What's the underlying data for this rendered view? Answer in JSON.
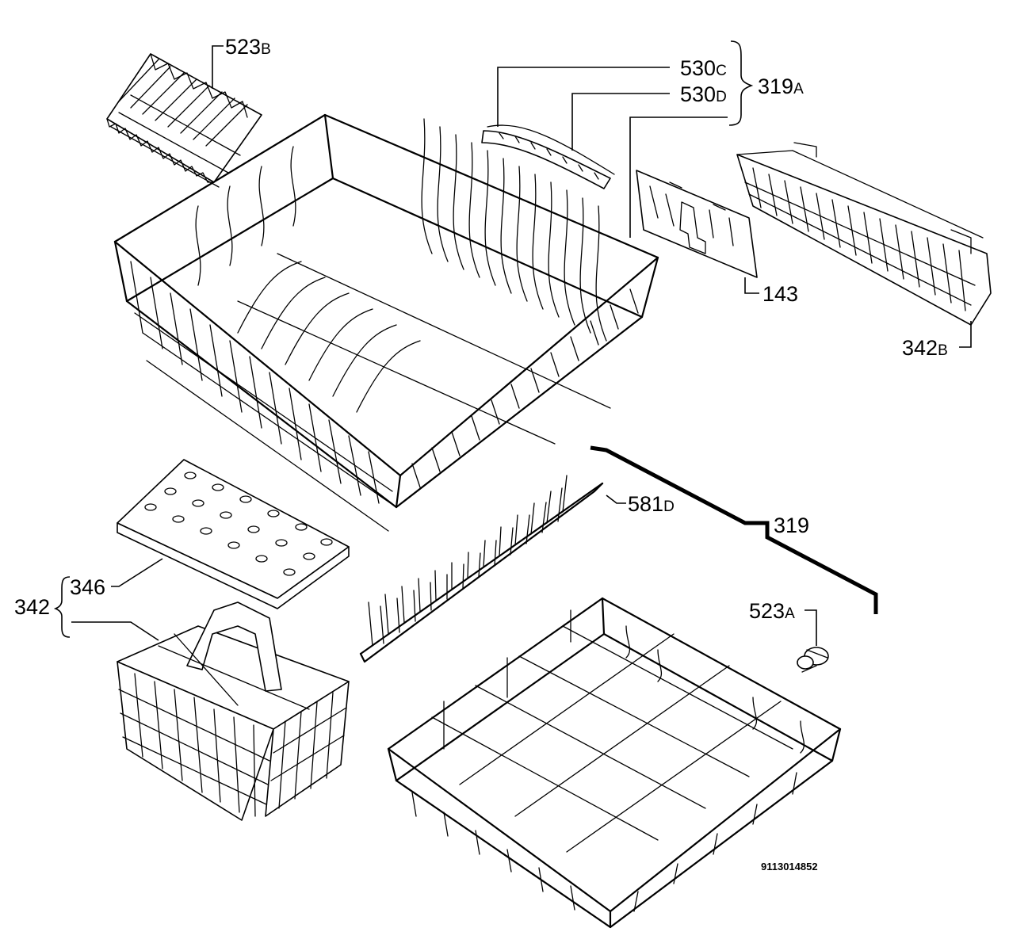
{
  "labels": {
    "l523b": {
      "num": "523",
      "sub": "B"
    },
    "l530c": {
      "num": "530",
      "sub": "C"
    },
    "l530d": {
      "num": "530",
      "sub": "D"
    },
    "l319a": {
      "num": "319",
      "sub": "A"
    },
    "l143": {
      "num": "143",
      "sub": ""
    },
    "l342b": {
      "num": "342",
      "sub": "B"
    },
    "l581d": {
      "num": "581",
      "sub": "D"
    },
    "l319": {
      "num": "319",
      "sub": ""
    },
    "l346": {
      "num": "346",
      "sub": ""
    },
    "l342": {
      "num": "342",
      "sub": ""
    },
    "l523a": {
      "num": "523",
      "sub": "A"
    }
  },
  "drawing_code": "9113014852"
}
